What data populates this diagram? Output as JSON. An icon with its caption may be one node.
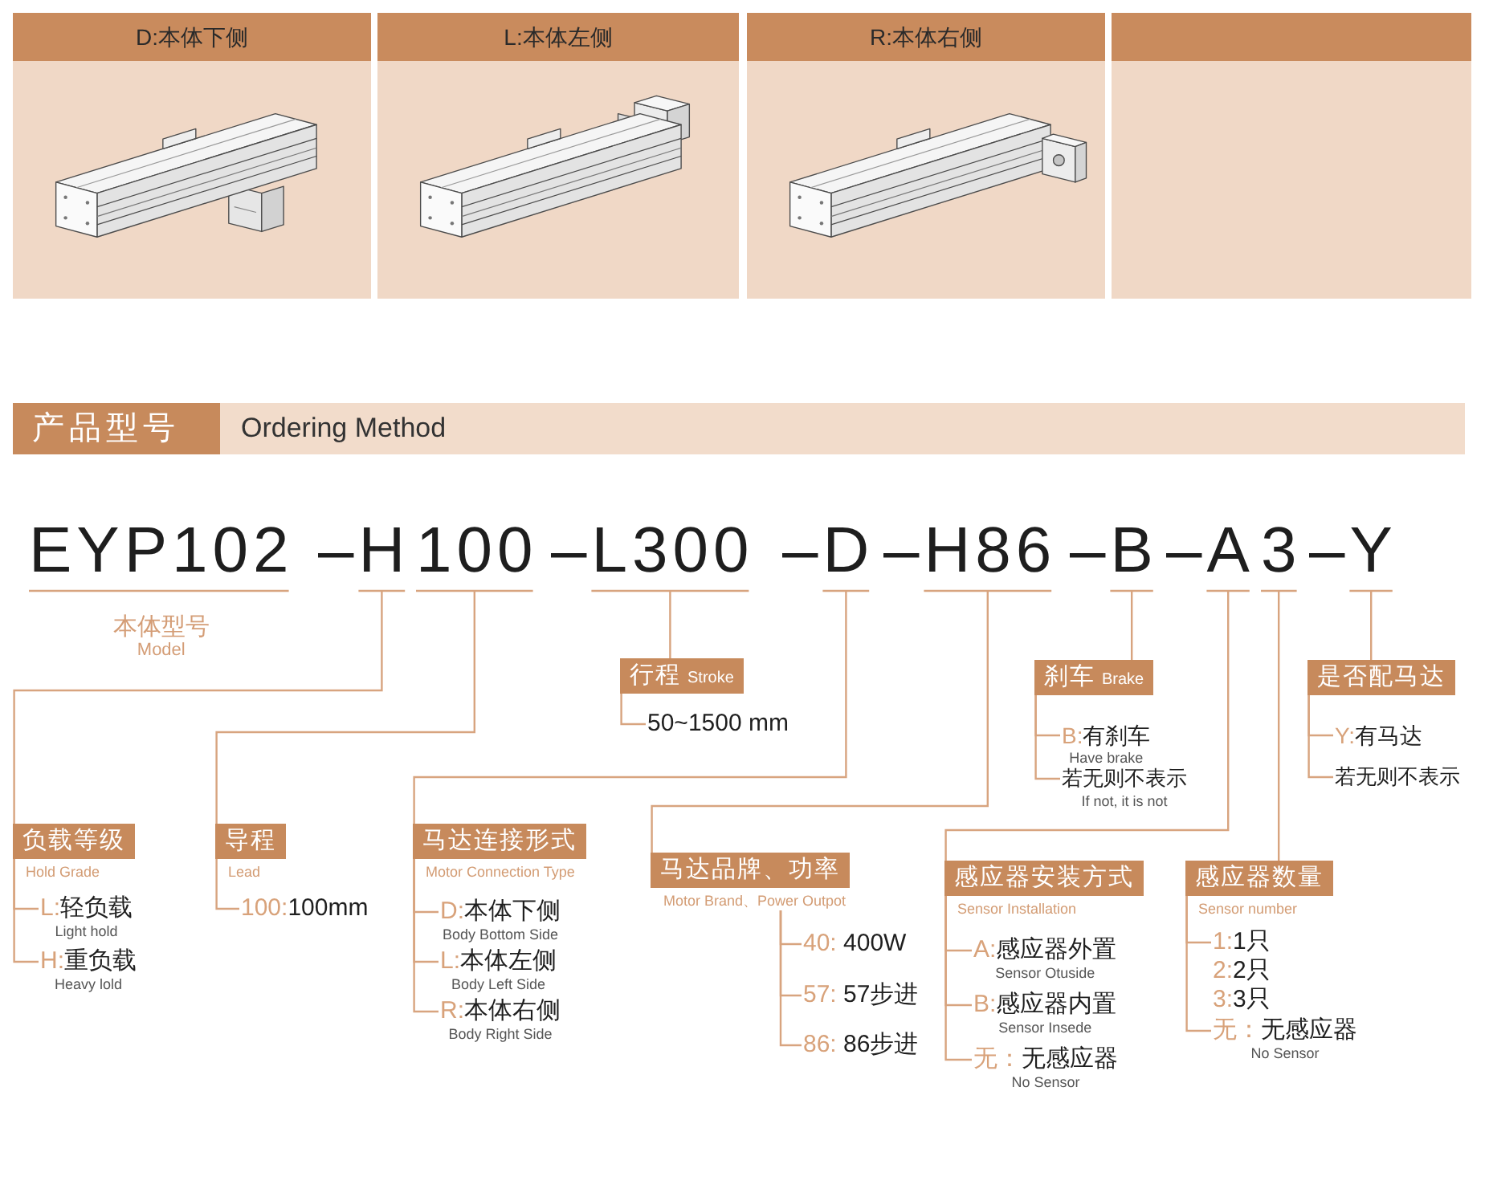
{
  "diagram": {
    "nodes": [
      {
        "text": [
          "D:本体下侧"
        ]
      },
      {
        "text": [
          "L:本体左侧"
        ]
      },
      {
        "text": [
          "R:本体右侧"
        ]
      },
      {
        "text": [],
        "shape": "box"
      },
      {
        "text": [
          "产品型号",
          "Ordering Method"
        ]
      },
      {
        "text": [
          "EYP102"
        ],
        "beside": [
          "本体型号",
          "Model"
        ]
      },
      {
        "text": [
          "–H"
        ]
      },
      {
        "text": [
          "100"
        ]
      },
      {
        "text": [
          "–L300"
        ]
      },
      {
        "text": [
          "–D"
        ]
      },
      {
        "text": [
          "–H86"
        ]
      },
      {
        "text": [
          "–B"
        ]
      },
      {
        "text": [
          "–A"
        ]
      },
      {
        "text": [
          "3"
        ]
      },
      {
        "text": [
          "–Y"
        ]
      },
      {
        "text": [
          "负载等级",
          "Hold Grade"
        ]
      },
      {
        "text": [
          "L:轻负载",
          "Light hold"
        ]
      },
      {
        "text": [
          "H:重负载",
          "Heavy lold"
        ]
      },
      {
        "text": [
          "导程",
          "Lead"
        ]
      },
      {
        "text": [
          "100:100mm"
        ]
      },
      {
        "text": [
          "行程",
          "Stroke"
        ]
      },
      {
        "text": [
          "50~1500 mm"
        ]
      },
      {
        "text": [
          "马达连接形式",
          "Motor Connection Type"
        ]
      },
      {
        "text": [
          "D:本体下侧",
          "Body Bottom Side"
        ]
      },
      {
        "text": [
          "L:本体左侧",
          "Body Left Side"
        ]
      },
      {
        "text": [
          "R:本体右侧",
          "Body Right Side"
        ]
      },
      {
        "text": [
          "马达品牌、功率",
          "Motor Brand、Power Outpot"
        ]
      },
      {
        "text": [
          "40: 400W"
        ]
      },
      {
        "text": [
          "57: 57步进"
        ]
      },
      {
        "text": [
          "86: 86步进"
        ]
      },
      {
        "text": [
          "刹车",
          "Brake"
        ]
      },
      {
        "text": [
          "B:有刹车",
          "Have brake"
        ]
      },
      {
        "text": [
          "若无则不表示",
          "If not, it is not"
        ]
      },
      {
        "text": [
          "感应器安装方式",
          "Sensor Installation"
        ]
      },
      {
        "text": [
          "A:感应器外置",
          "Sensor Otuside"
        ]
      },
      {
        "text": [
          "B:感应器内置",
          "Sensor Insede"
        ]
      },
      {
        "text": [
          "无：无感应器",
          "No Sensor"
        ]
      },
      {
        "text": [
          "感应器数量",
          "Sensor number"
        ]
      },
      {
        "text": [
          "1:1只",
          "2:2只",
          "3:3只"
        ]
      },
      {
        "text": [
          "无：无感应器",
          "No Sensor"
        ]
      },
      {
        "text": [
          "是否配马达"
        ]
      },
      {
        "text": [
          "Y:有马达"
        ]
      },
      {
        "text": [
          "若无则不表示"
        ]
      }
    ],
    "edges": [
      {
        "from": 6,
        "to": 15,
        "arrow": "none"
      },
      {
        "from": 7,
        "to": 18,
        "arrow": "none"
      },
      {
        "from": 8,
        "to": 20,
        "arrow": "none"
      },
      {
        "from": 9,
        "to": 22,
        "arrow": "none"
      },
      {
        "from": 10,
        "to": 26,
        "arrow": "none"
      },
      {
        "from": 11,
        "to": 30,
        "arrow": "none"
      },
      {
        "from": 12,
        "to": 33,
        "arrow": "none"
      },
      {
        "from": 13,
        "to": 37,
        "arrow": "none"
      },
      {
        "from": 14,
        "to": 40,
        "arrow": "none"
      },
      {
        "from": 15,
        "to": 16,
        "arrow": "none"
      },
      {
        "from": 15,
        "to": 17,
        "arrow": "none"
      },
      {
        "from": 18,
        "to": 19,
        "arrow": "none"
      },
      {
        "from": 20,
        "to": 21,
        "arrow": "none"
      },
      {
        "from": 22,
        "to": 23,
        "arrow": "none"
      },
      {
        "from": 22,
        "to": 24,
        "arrow": "none"
      },
      {
        "from": 22,
        "to": 25,
        "arrow": "none"
      },
      {
        "from": 26,
        "to": 27,
        "arrow": "none"
      },
      {
        "from": 26,
        "to": 28,
        "arrow": "none"
      },
      {
        "from": 26,
        "to": 29,
        "arrow": "none"
      },
      {
        "from": 30,
        "to": 31,
        "arrow": "none"
      },
      {
        "from": 30,
        "to": 32,
        "arrow": "none"
      },
      {
        "from": 33,
        "to": 34,
        "arrow": "none"
      },
      {
        "from": 33,
        "to": 35,
        "arrow": "none"
      },
      {
        "from": 33,
        "to": 36,
        "arrow": "none"
      },
      {
        "from": 37,
        "to": 38,
        "arrow": "none"
      },
      {
        "from": 37,
        "to": 39,
        "arrow": "none"
      },
      {
        "from": 40,
        "to": 41,
        "arrow": "none"
      },
      {
        "from": 40,
        "to": 42,
        "arrow": "none"
      }
    ]
  }
}
